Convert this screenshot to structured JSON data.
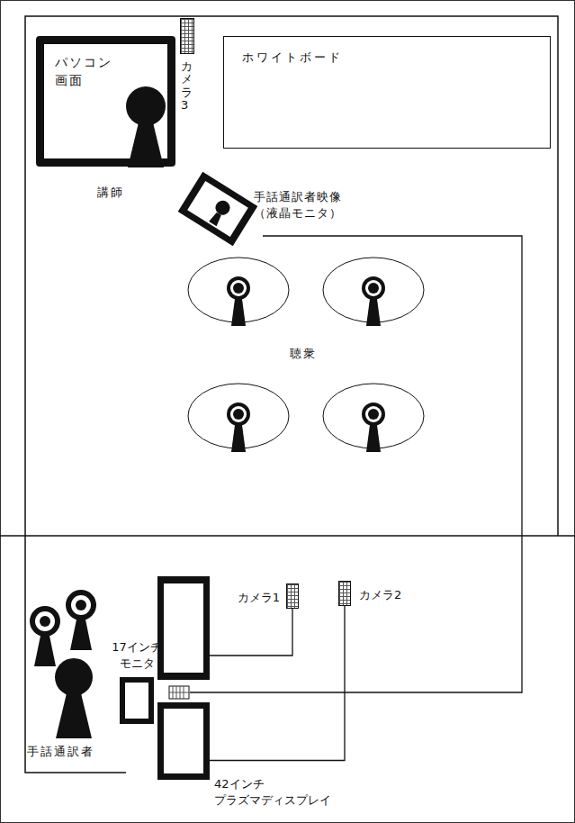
{
  "diagram": {
    "nodes": [
      {
        "text": [
          "パソコン 画面"
        ]
      },
      {
        "text": [
          "カメラ3"
        ]
      },
      {
        "text": [
          "ホワイトボード"
        ]
      },
      {
        "text": [
          "手話通訳者映像 （液晶モニタ）"
        ]
      },
      {
        "text": [
          "カメラ1"
        ]
      },
      {
        "text": [
          "カメラ2"
        ]
      },
      {
        "text": [
          "17インチ モニタ"
        ]
      },
      {
        "text": [
          "42インチ プラズマディスプレイ"
        ]
      }
    ],
    "edges": [
      {
        "from": 5,
        "to": 7,
        "arrow": "none"
      }
    ],
    "labels": [
      "講師",
      "聴衆",
      "手話通訳者"
    ]
  }
}
